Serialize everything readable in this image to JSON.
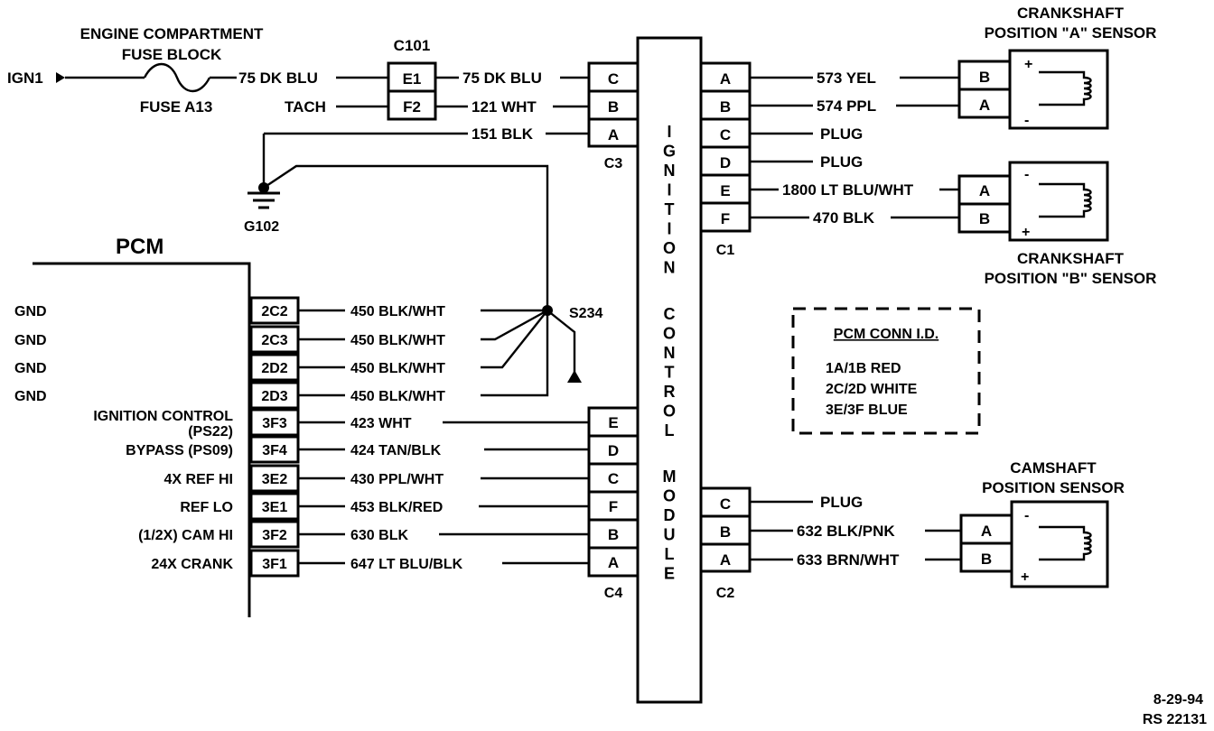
{
  "fuse_block": {
    "title_line1": "ENGINE COMPARTMENT",
    "title_line2": "FUSE BLOCK",
    "ign_label": "IGN1",
    "fuse_label": "FUSE A13",
    "tach_label": "TACH"
  },
  "c101": {
    "name": "C101",
    "pins": [
      "E1",
      "F2"
    ]
  },
  "wires_top": {
    "fuse_to_c101": "75 DK BLU",
    "c101_to_c3_a": "75 DK BLU",
    "c101_to_c3_b": "121 WHT",
    "ground_to_c3": "151 BLK"
  },
  "ground": {
    "label": "G102"
  },
  "c3": {
    "name": "C3",
    "pins": [
      "C",
      "B",
      "A"
    ]
  },
  "module": {
    "letters_top": [
      "I",
      "G",
      "N",
      "I",
      "T",
      "I",
      "O",
      "N"
    ],
    "letters_mid": [
      "C",
      "O",
      "N",
      "T",
      "R",
      "O",
      "L"
    ],
    "letters_bot": [
      "M",
      "O",
      "D",
      "U",
      "L",
      "E"
    ]
  },
  "c1": {
    "name": "C1",
    "pins": [
      "A",
      "B",
      "C",
      "D",
      "E",
      "F"
    ],
    "wires": [
      "573 YEL",
      "574 PPL",
      "PLUG",
      "PLUG",
      "1800 LT BLU/WHT",
      "470 BLK"
    ]
  },
  "crank_a": {
    "title_line1": "CRANKSHAFT",
    "title_line2": "POSITION \"A\" SENSOR",
    "pins": [
      "B",
      "A"
    ],
    "polarity": [
      "+",
      "-"
    ]
  },
  "crank_b": {
    "title_line1": "CRANKSHAFT",
    "title_line2": "POSITION \"B\" SENSOR",
    "pins": [
      "A",
      "B"
    ],
    "polarity": [
      "-",
      "+"
    ]
  },
  "pcm": {
    "title": "PCM",
    "rows": [
      {
        "label": "GND",
        "pin": "2C2",
        "wire": "450 BLK/WHT"
      },
      {
        "label": "GND",
        "pin": "2C3",
        "wire": "450 BLK/WHT"
      },
      {
        "label": "GND",
        "pin": "2D2",
        "wire": "450 BLK/WHT"
      },
      {
        "label": "GND",
        "pin": "2D3",
        "wire": "450 BLK/WHT"
      },
      {
        "label": "IGNITION CONTROL",
        "label2": "(PS22)",
        "pin": "3F3",
        "wire": "423 WHT"
      },
      {
        "label": "BYPASS (PS09)",
        "pin": "3F4",
        "wire": "424 TAN/BLK"
      },
      {
        "label": "4X REF HI",
        "pin": "3E2",
        "wire": "430 PPL/WHT"
      },
      {
        "label": "REF LO",
        "pin": "3E1",
        "wire": "453 BLK/RED"
      },
      {
        "label": "(1/2X) CAM HI",
        "pin": "3F2",
        "wire": "630 BLK"
      },
      {
        "label": "24X CRANK",
        "pin": "3F1",
        "wire": "647 LT BLU/BLK"
      }
    ]
  },
  "splice": {
    "label": "S234"
  },
  "c4": {
    "name": "C4",
    "pins": [
      "E",
      "D",
      "C",
      "F",
      "B",
      "A"
    ]
  },
  "pcm_conn_id": {
    "title": "PCM CONN I.D.",
    "lines": [
      "1A/1B  RED",
      "2C/2D  WHITE",
      "3E/3F  BLUE"
    ]
  },
  "c2": {
    "name": "C2",
    "pins": [
      "C",
      "B",
      "A"
    ],
    "wires": [
      "PLUG",
      "632 BLK/PNK",
      "633 BRN/WHT"
    ]
  },
  "cam": {
    "title_line1": "CAMSHAFT",
    "title_line2": "POSITION SENSOR",
    "pins": [
      "A",
      "B"
    ],
    "polarity": [
      "-",
      "+"
    ]
  },
  "footer": {
    "date": "8-29-94",
    "ref": "RS 22131"
  }
}
